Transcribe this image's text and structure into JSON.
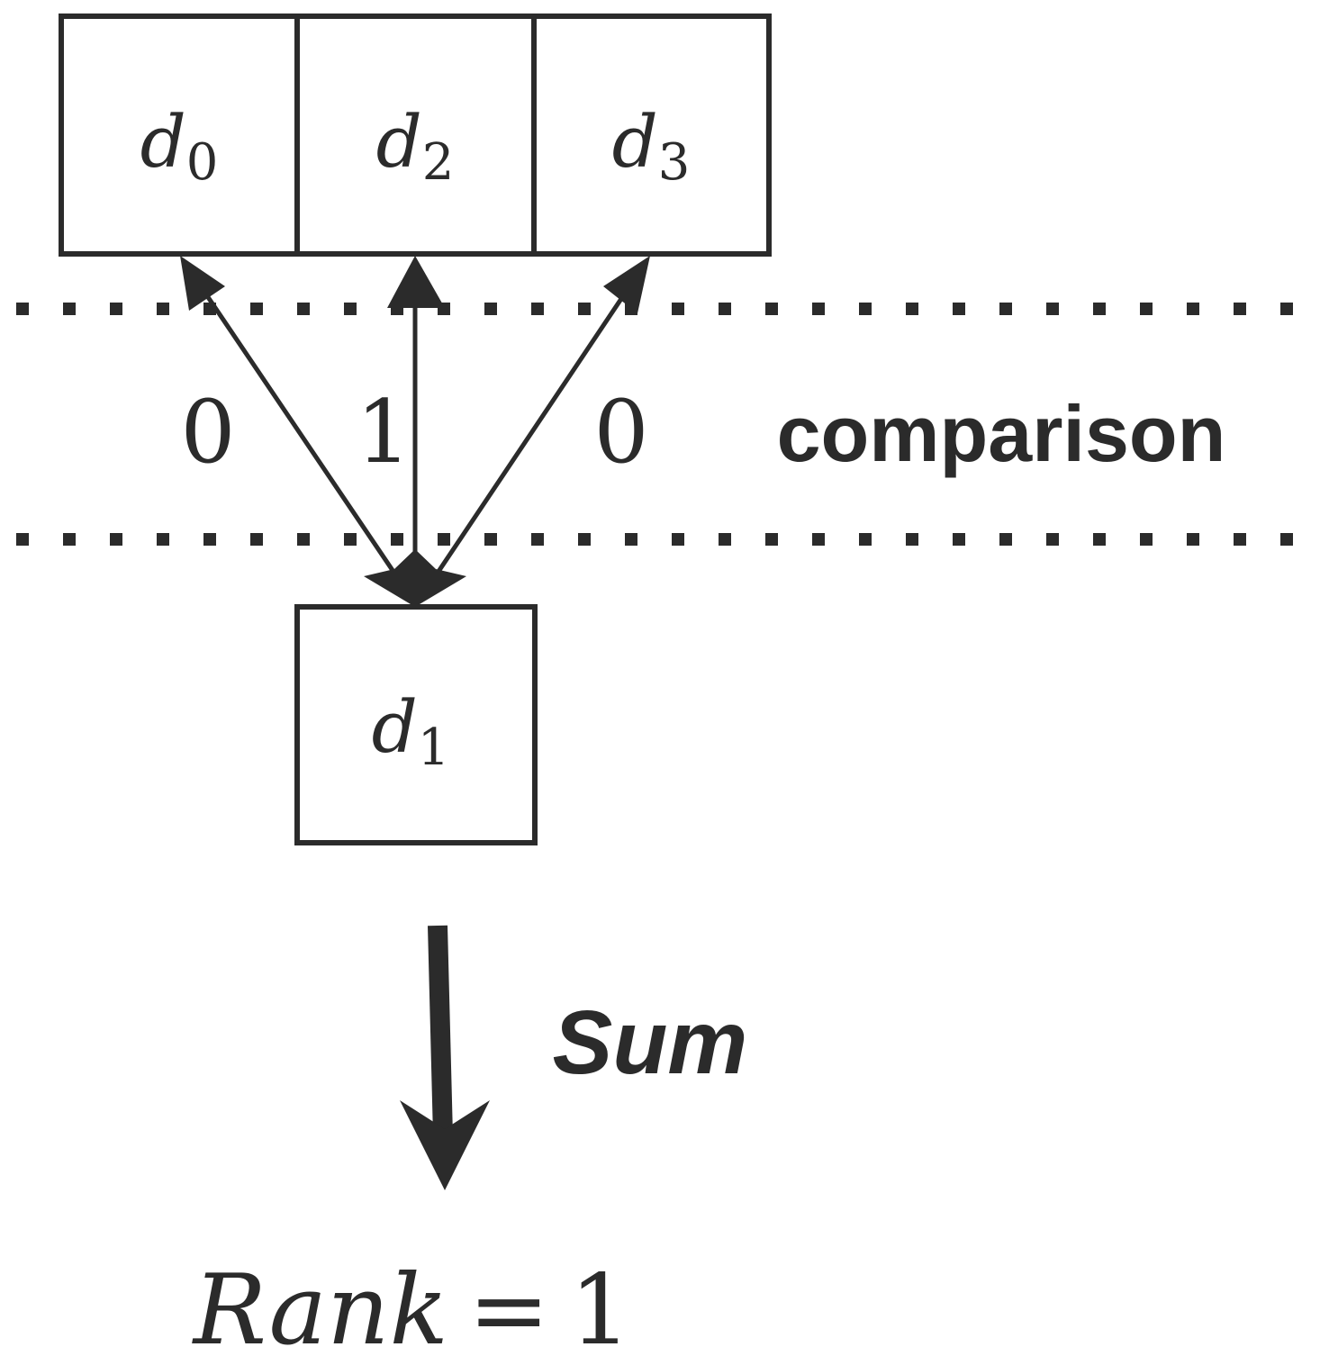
{
  "top_row": [
    {
      "var": "d",
      "sub": "0"
    },
    {
      "var": "d",
      "sub": "2"
    },
    {
      "var": "d",
      "sub": "3"
    }
  ],
  "target": {
    "var": "d",
    "sub": "1"
  },
  "comparison_values": [
    "0",
    "1",
    "0"
  ],
  "comparison_label": "comparison",
  "sum_label": "Sum",
  "result": {
    "var": "Rank",
    "op": "=",
    "value": "1"
  },
  "colors": {
    "ink": "#2b2b2b",
    "background": "#ffffff"
  }
}
